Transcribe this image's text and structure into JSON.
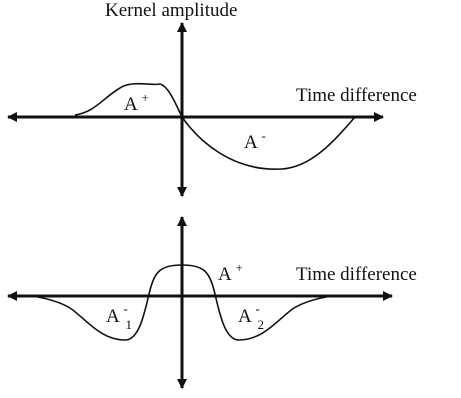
{
  "colors": {
    "ink": "#111111",
    "background": "#ffffff"
  },
  "top_panel": {
    "y_axis_label": "Kernel amplitude",
    "x_axis_label": "Time difference",
    "positive_region": {
      "base": "A",
      "mark": "+"
    },
    "negative_region": {
      "base": "A",
      "mark": "-"
    }
  },
  "bottom_panel": {
    "x_axis_label": "Time difference",
    "positive_region": {
      "base": "A",
      "mark": "+"
    },
    "negative_region_1": {
      "base": "A",
      "mark": "-",
      "index": "1"
    },
    "negative_region_2": {
      "base": "A",
      "mark": "-",
      "index": "2"
    }
  }
}
